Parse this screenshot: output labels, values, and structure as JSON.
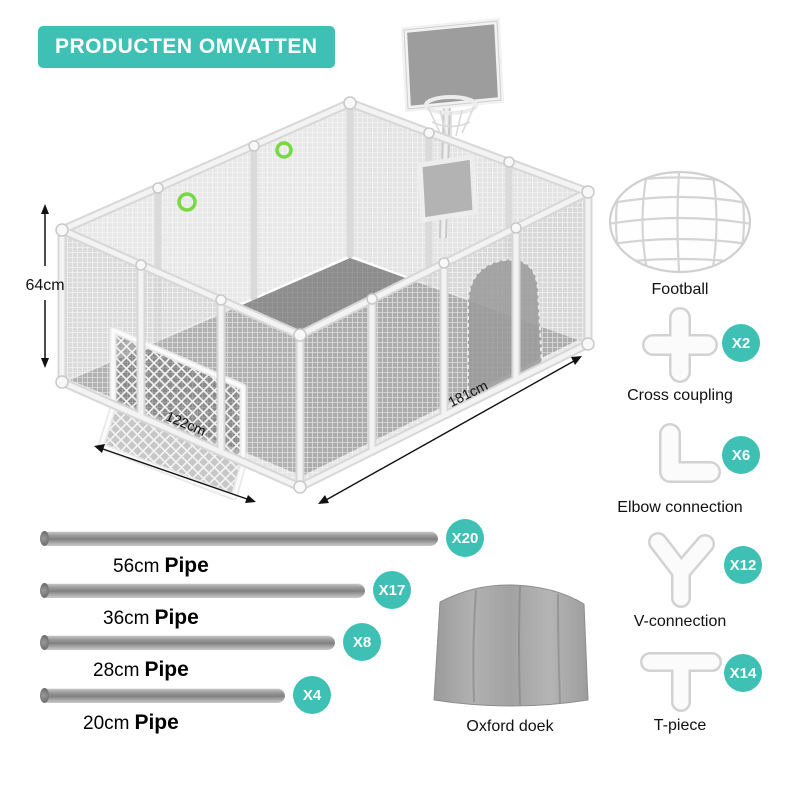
{
  "colors": {
    "accent": "#3ec1b4",
    "mat_gray": "#8d8d8d",
    "pipe_gray": "#9a9a9a",
    "ring_green": "#76d93e"
  },
  "header": {
    "title": "PRODUCTEN OMVATTEN"
  },
  "playpen": {
    "dim_height": "64cm",
    "dim_width": "122cm",
    "dim_length": "181cm"
  },
  "components": [
    {
      "icon": "football-net-icon",
      "name": "Football",
      "qty": ""
    },
    {
      "icon": "cross-coupling-icon",
      "name": "Cross coupling",
      "qty": "X2"
    },
    {
      "icon": "elbow-connection-icon",
      "name": "Elbow connection",
      "qty": "X6"
    },
    {
      "icon": "v-connection-icon",
      "name": "V-connection",
      "qty": "X12"
    },
    {
      "icon": "t-piece-icon",
      "name": "T-piece",
      "qty": "X14"
    }
  ],
  "pipes": [
    {
      "size": "56cm",
      "word": "Pipe",
      "qty": "X20"
    },
    {
      "size": "36cm",
      "word": "Pipe",
      "qty": "X17"
    },
    {
      "size": "28cm",
      "word": "Pipe",
      "qty": "X8"
    },
    {
      "size": "20cm",
      "word": "Pipe",
      "qty": "X4"
    }
  ],
  "cloth": {
    "label": "Oxford doek"
  }
}
